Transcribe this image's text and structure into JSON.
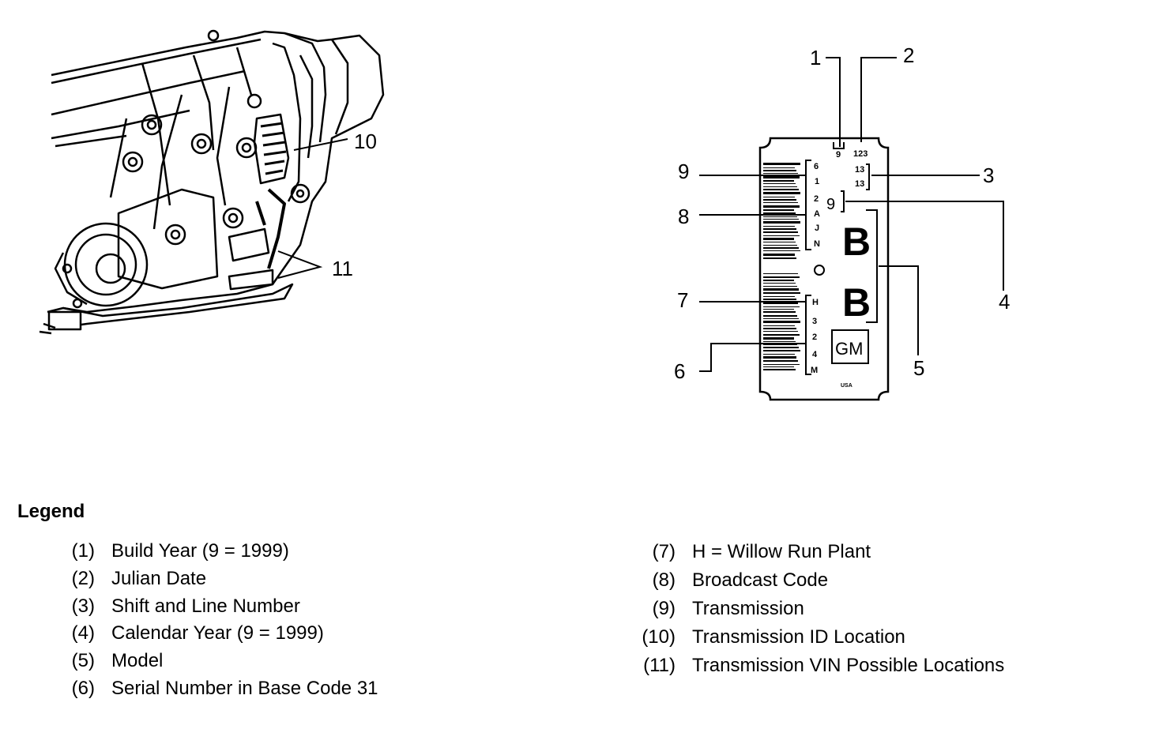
{
  "callouts": {
    "c1": "1",
    "c2": "2",
    "c3": "3",
    "c4": "4",
    "c5": "5",
    "c6": "6",
    "c7": "7",
    "c8": "8",
    "c9": "9",
    "c10": "10",
    "c11": "11"
  },
  "label_tag": {
    "year_digit": "9",
    "julian": "123",
    "shift_line_1": "13",
    "shift_line_2": "13",
    "calendar_year": "9",
    "model_1": "B",
    "model_2": "B",
    "logo": "GM",
    "origin": "USA",
    "broadcast_chars": [
      "6",
      "1",
      "2",
      "A",
      "J",
      "N"
    ],
    "serial_chars": [
      "H",
      "3",
      "2",
      "4",
      "M"
    ]
  },
  "legend": {
    "title": "Legend",
    "left": [
      {
        "num": "(1)",
        "text": "Build Year (9 = 1999)"
      },
      {
        "num": "(2)",
        "text": "Julian Date"
      },
      {
        "num": "(3)",
        "text": "Shift and Line Number"
      },
      {
        "num": "(4)",
        "text": "Calendar Year (9 = 1999)"
      },
      {
        "num": "(5)",
        "text": "Model"
      },
      {
        "num": "(6)",
        "text": "Serial Number in Base Code 31"
      }
    ],
    "right": [
      {
        "num": "(7)",
        "text": "H = Willow Run Plant"
      },
      {
        "num": "(8)",
        "text": "Broadcast Code"
      },
      {
        "num": "(9)",
        "text": "Transmission"
      },
      {
        "num": "(10)",
        "text": "Transmission ID Location"
      },
      {
        "num": "(11)",
        "text": "Transmission VIN Possible Locations"
      }
    ]
  }
}
